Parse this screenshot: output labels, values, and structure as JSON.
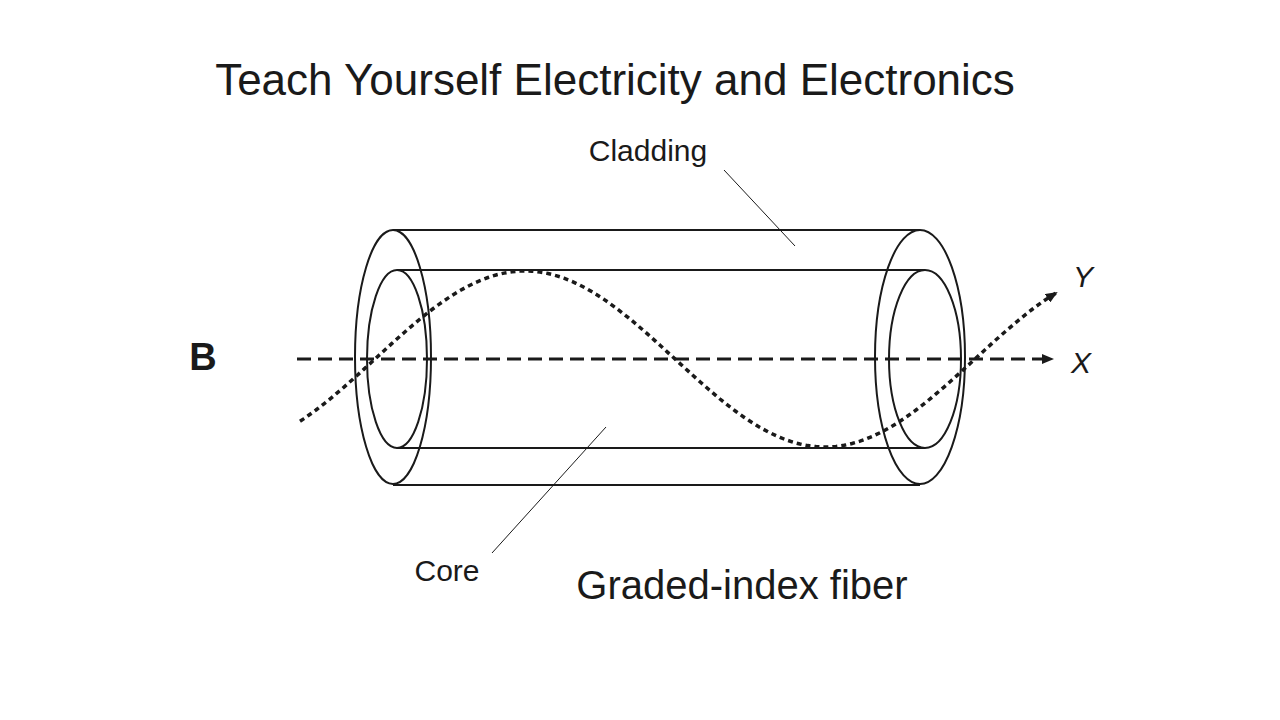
{
  "diagram": {
    "title": "Teach Yourself Electricity and Electronics",
    "caption": "Graded-index fiber",
    "labels": [
      "Cladding",
      "Core",
      "B",
      "X",
      "Y"
    ]
  }
}
